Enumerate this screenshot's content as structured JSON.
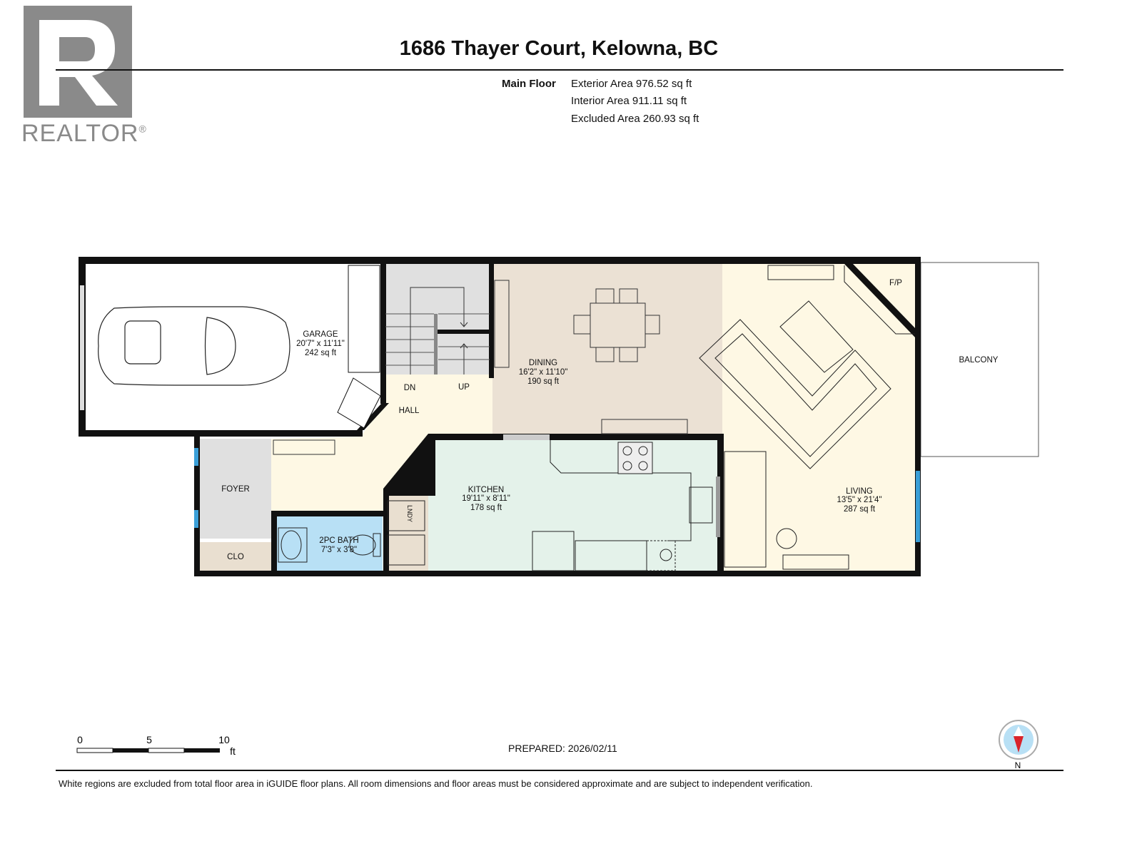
{
  "logo": {
    "text": "REALTOR",
    "mark": "®"
  },
  "title": "1686 Thayer Court, Kelowna, BC",
  "floor": {
    "name": "Main Floor",
    "areas": [
      "Exterior Area 976.52 sq ft",
      "Interior Area 911.11 sq ft",
      "Excluded Area 260.93 sq ft"
    ]
  },
  "rooms": {
    "garage": {
      "name": "GARAGE",
      "dims": "20'7\" x 11'11\"",
      "area": "242 sq ft"
    },
    "dining": {
      "name": "DINING",
      "dims": "16'2\" x 11'10\"",
      "area": "190 sq ft"
    },
    "kitchen": {
      "name": "KITCHEN",
      "dims": "19'11\" x 8'11\"",
      "area": "178 sq ft"
    },
    "living": {
      "name": "LIVING",
      "dims": "13'5\" x 21'4\"",
      "area": "287 sq ft"
    },
    "bath": {
      "name": "2PC BATH",
      "dims": "7'3\" x 3'8\""
    },
    "hall": {
      "name": "HALL"
    },
    "foyer": {
      "name": "FOYER"
    },
    "clo": {
      "name": "CLO"
    },
    "lndy": {
      "name": "LNDY"
    },
    "balcony": {
      "name": "BALCONY"
    },
    "fp": {
      "name": "F/P"
    },
    "stairs": {
      "down": "DN",
      "up": "UP"
    }
  },
  "colors": {
    "garage": "#ffffff",
    "stairs": "#e0e0e0",
    "dining": "#ebe1d4",
    "living": "#fef8e4",
    "hall": "#fef8e4",
    "kitchen": "#e4f2ea",
    "foyer": "#e0e0e0",
    "clo": "#e9dfd0",
    "bath": "#b8e0f5",
    "lndy": "#e9dfd0",
    "window": "#3a9fd8",
    "wall": "#111111"
  },
  "scale": {
    "ticks": [
      "0",
      "5",
      "10"
    ],
    "unit": "ft"
  },
  "prepared": "PREPARED: 2026/02/11",
  "compass": {
    "label": "N"
  },
  "footer": "White regions are excluded from total floor area in iGUIDE floor plans. All room dimensions and floor areas must be considered approximate and are subject to independent verification."
}
